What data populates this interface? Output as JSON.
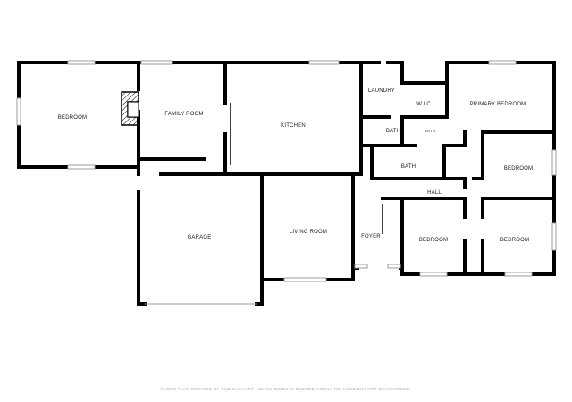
{
  "rooms": {
    "bedroom_west": "BEDROOM",
    "family_room": "FAMILY ROOM",
    "kitchen": "KITCHEN",
    "laundry": "LAUNDRY",
    "wic": "W.I.C.",
    "primary_bedroom": "PRIMARY BEDROOM",
    "bath_left": "BATH",
    "bath_primary": "BATH",
    "bath_hall": "BATH",
    "bedroom_east_upper": "BEDROOM",
    "hall": "HALL",
    "garage": "GARAGE",
    "living_room": "LIVING ROOM",
    "foyer": "FOYER",
    "bedroom_south_left": "BEDROOM",
    "bedroom_south_right": "BEDROOM"
  },
  "footer": {
    "text": "FLOOR PLAN CREATED BY CUBICASA APP. MEASUREMENTS DEEMED HIGHLY RELIABLE BUT NOT GUARANTEED."
  },
  "colors": {
    "wall": "#000000",
    "window": "#9e9e9e",
    "label": "#1a1a1a",
    "footer": "#a8a8a8"
  },
  "icons": {
    "fireplace": "fireplace-hatch-icon"
  }
}
